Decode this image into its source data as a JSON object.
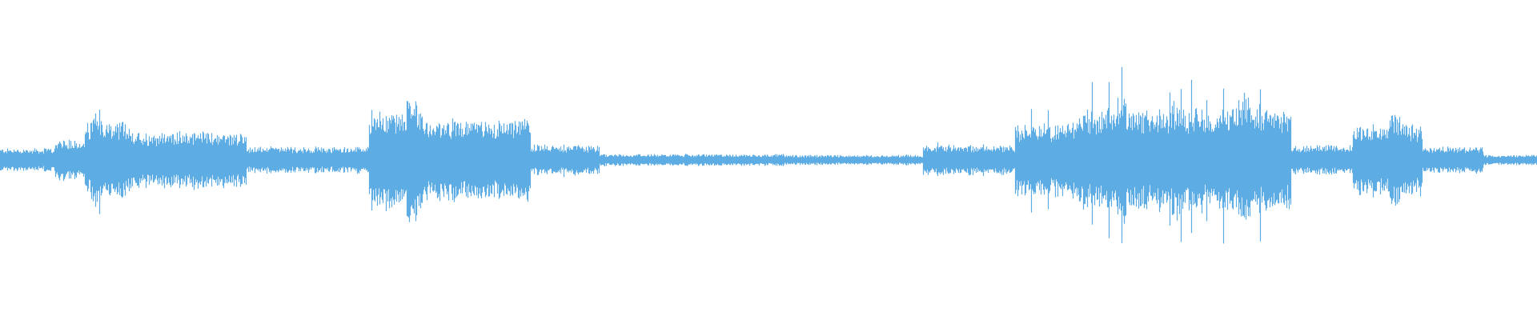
{
  "waveform": {
    "color": "#5DACE3",
    "background": "#ffffff",
    "segments": [
      {
        "from": 0.0,
        "to": 0.035,
        "level": 0.07,
        "spiky": 0.3
      },
      {
        "from": 0.035,
        "to": 0.055,
        "level": 0.12,
        "spiky": 0.5
      },
      {
        "from": 0.055,
        "to": 0.085,
        "level": 0.22,
        "spiky": 0.9
      },
      {
        "from": 0.085,
        "to": 0.16,
        "level": 0.17,
        "spiky": 0.8
      },
      {
        "from": 0.16,
        "to": 0.24,
        "level": 0.08,
        "spiky": 0.5
      },
      {
        "from": 0.24,
        "to": 0.275,
        "level": 0.3,
        "spiky": 0.3
      },
      {
        "from": 0.275,
        "to": 0.345,
        "level": 0.24,
        "spiky": 0.3
      },
      {
        "from": 0.345,
        "to": 0.39,
        "level": 0.09,
        "spiky": 0.2
      },
      {
        "from": 0.39,
        "to": 0.51,
        "level": 0.035,
        "spiky": 0.2
      },
      {
        "from": 0.51,
        "to": 0.6,
        "level": 0.03,
        "spiky": 0.2
      },
      {
        "from": 0.6,
        "to": 0.66,
        "level": 0.09,
        "spiky": 0.6
      },
      {
        "from": 0.66,
        "to": 0.7,
        "level": 0.22,
        "spiky": 0.9
      },
      {
        "from": 0.7,
        "to": 0.84,
        "level": 0.3,
        "spiky": 1.0
      },
      {
        "from": 0.84,
        "to": 0.88,
        "level": 0.09,
        "spiky": 0.5
      },
      {
        "from": 0.88,
        "to": 0.925,
        "level": 0.22,
        "spiky": 0.3
      },
      {
        "from": 0.925,
        "to": 0.965,
        "level": 0.08,
        "spiky": 0.4
      },
      {
        "from": 0.965,
        "to": 1.0,
        "level": 0.03,
        "spiky": 0.2
      }
    ],
    "bursts": [
      {
        "at": 0.062,
        "level": 0.28
      },
      {
        "at": 0.078,
        "level": 0.25
      },
      {
        "at": 0.248,
        "level": 0.3
      },
      {
        "at": 0.268,
        "level": 0.42
      },
      {
        "at": 0.295,
        "level": 0.26
      },
      {
        "at": 0.322,
        "level": 0.18
      },
      {
        "at": 0.336,
        "level": 0.26
      },
      {
        "at": 0.73,
        "level": 0.42
      },
      {
        "at": 0.765,
        "level": 0.38
      },
      {
        "at": 0.81,
        "level": 0.42
      },
      {
        "at": 0.907,
        "level": 0.3
      }
    ]
  }
}
